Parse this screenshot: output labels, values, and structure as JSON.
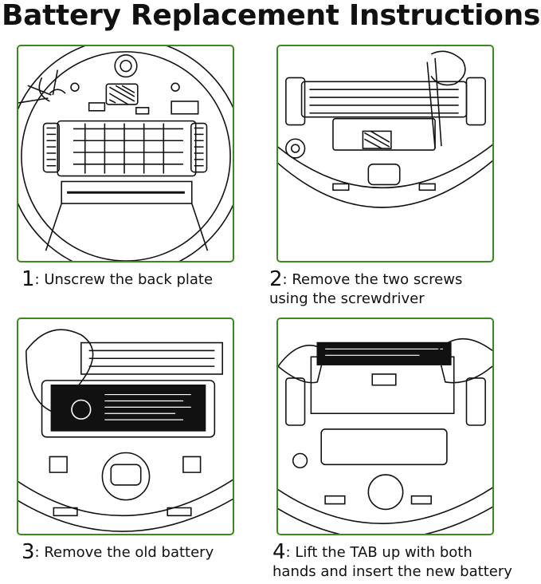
{
  "title": "Battery Replacement Instructions",
  "accent_color": "#3a8a1e",
  "steps": [
    {
      "num": "1",
      "text": ": Unscrew the back plate",
      "text2": ""
    },
    {
      "num": "2",
      "text": ": Remove the two screws",
      "text2": "using the screwdriver"
    },
    {
      "num": "3",
      "text": ": Remove the old battery",
      "text2": ""
    },
    {
      "num": "4",
      "text": ": Lift the TAB up with both",
      "text2": "hands and insert the new battery"
    }
  ]
}
